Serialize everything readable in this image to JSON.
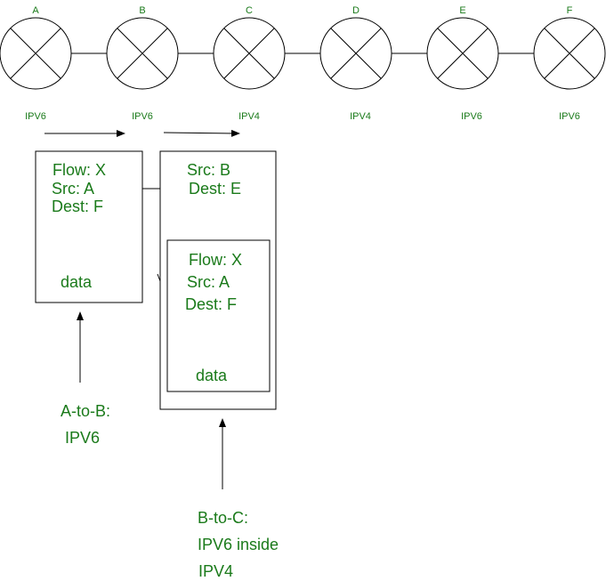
{
  "colors": {
    "text": "#1a7a1a",
    "line": "#000000"
  },
  "nodes": [
    {
      "letter": "A",
      "protocol": "IPV6"
    },
    {
      "letter": "B",
      "protocol": "IPV6"
    },
    {
      "letter": "C",
      "protocol": "IPV4"
    },
    {
      "letter": "D",
      "protocol": "IPV4"
    },
    {
      "letter": "E",
      "protocol": "IPV6"
    },
    {
      "letter": "F",
      "protocol": "IPV6"
    }
  ],
  "packet_a_to_b": {
    "flow": "Flow: X",
    "src": "Src: A",
    "dest": "Dest: F",
    "data": "data"
  },
  "packet_b_to_c": {
    "outer_src": "Src: B",
    "outer_dest": "Dest: E",
    "inner": {
      "flow": "Flow: X",
      "src": "Src: A",
      "dest": "Dest: F",
      "data": "data"
    }
  },
  "caption_a_to_b": {
    "line1": "A-to-B:",
    "line2": "IPV6"
  },
  "caption_b_to_c": {
    "line1": "B-to-C:",
    "line2": "IPV6 inside",
    "line3": "IPV4"
  }
}
